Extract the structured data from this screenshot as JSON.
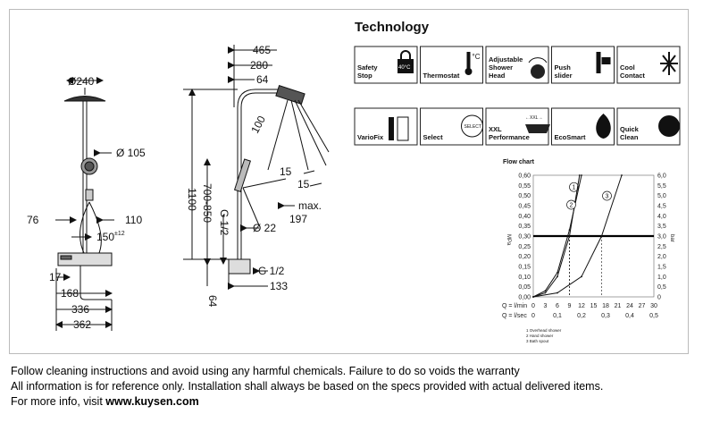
{
  "drawing": {
    "dims": {
      "d240": "Ø240",
      "d105": "Ø 105",
      "d76": "76",
      "d110": "110",
      "d150": "150",
      "d150_tol": "±12",
      "d17": "17",
      "d168": "168",
      "d336": "336",
      "d362": "362",
      "d465": "465",
      "d280": "280",
      "d64top": "64",
      "d100": "100",
      "d1100": "1100",
      "d700": "700-850",
      "dG12a": "G 1/2",
      "d15a": "15",
      "d15b": "15",
      "dmax": "max.",
      "d197": "197",
      "dO22": "Ø 22",
      "dG12b": "G 1/2",
      "d133": "133",
      "d64bot": "64"
    }
  },
  "technology": {
    "title": "Technology",
    "tiles": [
      {
        "label": "Safety\nStop",
        "icon": "safety-stop-icon",
        "badge": "40°C"
      },
      {
        "label": "Thermostat",
        "icon": "thermostat-icon",
        "badge": "°C"
      },
      {
        "label": "Adjustable\nShower\nHead",
        "icon": "adjustable-head-icon"
      },
      {
        "label": "Push\nslider",
        "icon": "push-slider-icon"
      },
      {
        "label": "Cool\nContact",
        "icon": "cool-contact-icon"
      },
      {
        "label": "VarioFix",
        "icon": "variofix-icon"
      },
      {
        "label": "Select",
        "icon": "select-button-icon",
        "badge": "SELECT"
      },
      {
        "label": "XXL\nPerformance",
        "icon": "xxl-performance-icon",
        "badge": "←XXL→"
      },
      {
        "label": "EcoSmart",
        "icon": "ecosmart-leaf-icon"
      },
      {
        "label": "Quick\nClean",
        "icon": "quick-clean-icon"
      }
    ]
  },
  "chart_data": {
    "type": "line",
    "title": "Flow chart",
    "ylabel_left": "MPa",
    "ylabel_right": "bar",
    "y_ticks_left": [
      "0,60",
      "0,55",
      "0,50",
      "0,45",
      "0,40",
      "0,35",
      "0,30",
      "0,25",
      "0,20",
      "0,15",
      "0,10",
      "0,05",
      "0,00"
    ],
    "y_ticks_right": [
      "6,0",
      "5,5",
      "5,0",
      "4,5",
      "4,0",
      "3,5",
      "3,0",
      "2,5",
      "2,0",
      "1,5",
      "1,0",
      "0,5",
      "0"
    ],
    "x_label_1": "Q = l/min",
    "x_ticks_1": [
      "0",
      "3",
      "6",
      "9",
      "12",
      "15",
      "18",
      "21",
      "24",
      "27",
      "30"
    ],
    "x_label_2": "Q = l/sec",
    "x_ticks_2": [
      "0",
      "0,1",
      "0,2",
      "0,3",
      "0,4",
      "0,5"
    ],
    "xlim": [
      0,
      30
    ],
    "ylim": [
      0,
      0.6
    ],
    "reference_line": 0.3,
    "series": [
      {
        "name": "Overhead shower",
        "id": "1",
        "x": [
          0,
          3,
          6,
          9,
          12
        ],
        "y": [
          0,
          0.03,
          0.12,
          0.33,
          0.6
        ]
      },
      {
        "name": "Hand shower",
        "id": "2",
        "x": [
          0,
          3,
          6,
          9,
          11.5
        ],
        "y": [
          0,
          0.02,
          0.1,
          0.3,
          0.6
        ]
      },
      {
        "name": "Bath spout",
        "id": "3",
        "x": [
          0,
          6,
          12,
          17,
          22
        ],
        "y": [
          0,
          0.02,
          0.1,
          0.3,
          0.6
        ]
      }
    ],
    "legend": [
      "1 Overhead shower",
      "2 Hand shower",
      "3 Bath spout"
    ]
  },
  "footer": {
    "line1": "Follow cleaning instructions and avoid using any harmful chemicals. Failure to do so voids the warranty",
    "line2": "All information is for reference only. Installation shall always be based on the specs provided with actual delivered items.",
    "line3_prefix": "For more info, visit ",
    "line3_link": "www.kuysen.com"
  }
}
